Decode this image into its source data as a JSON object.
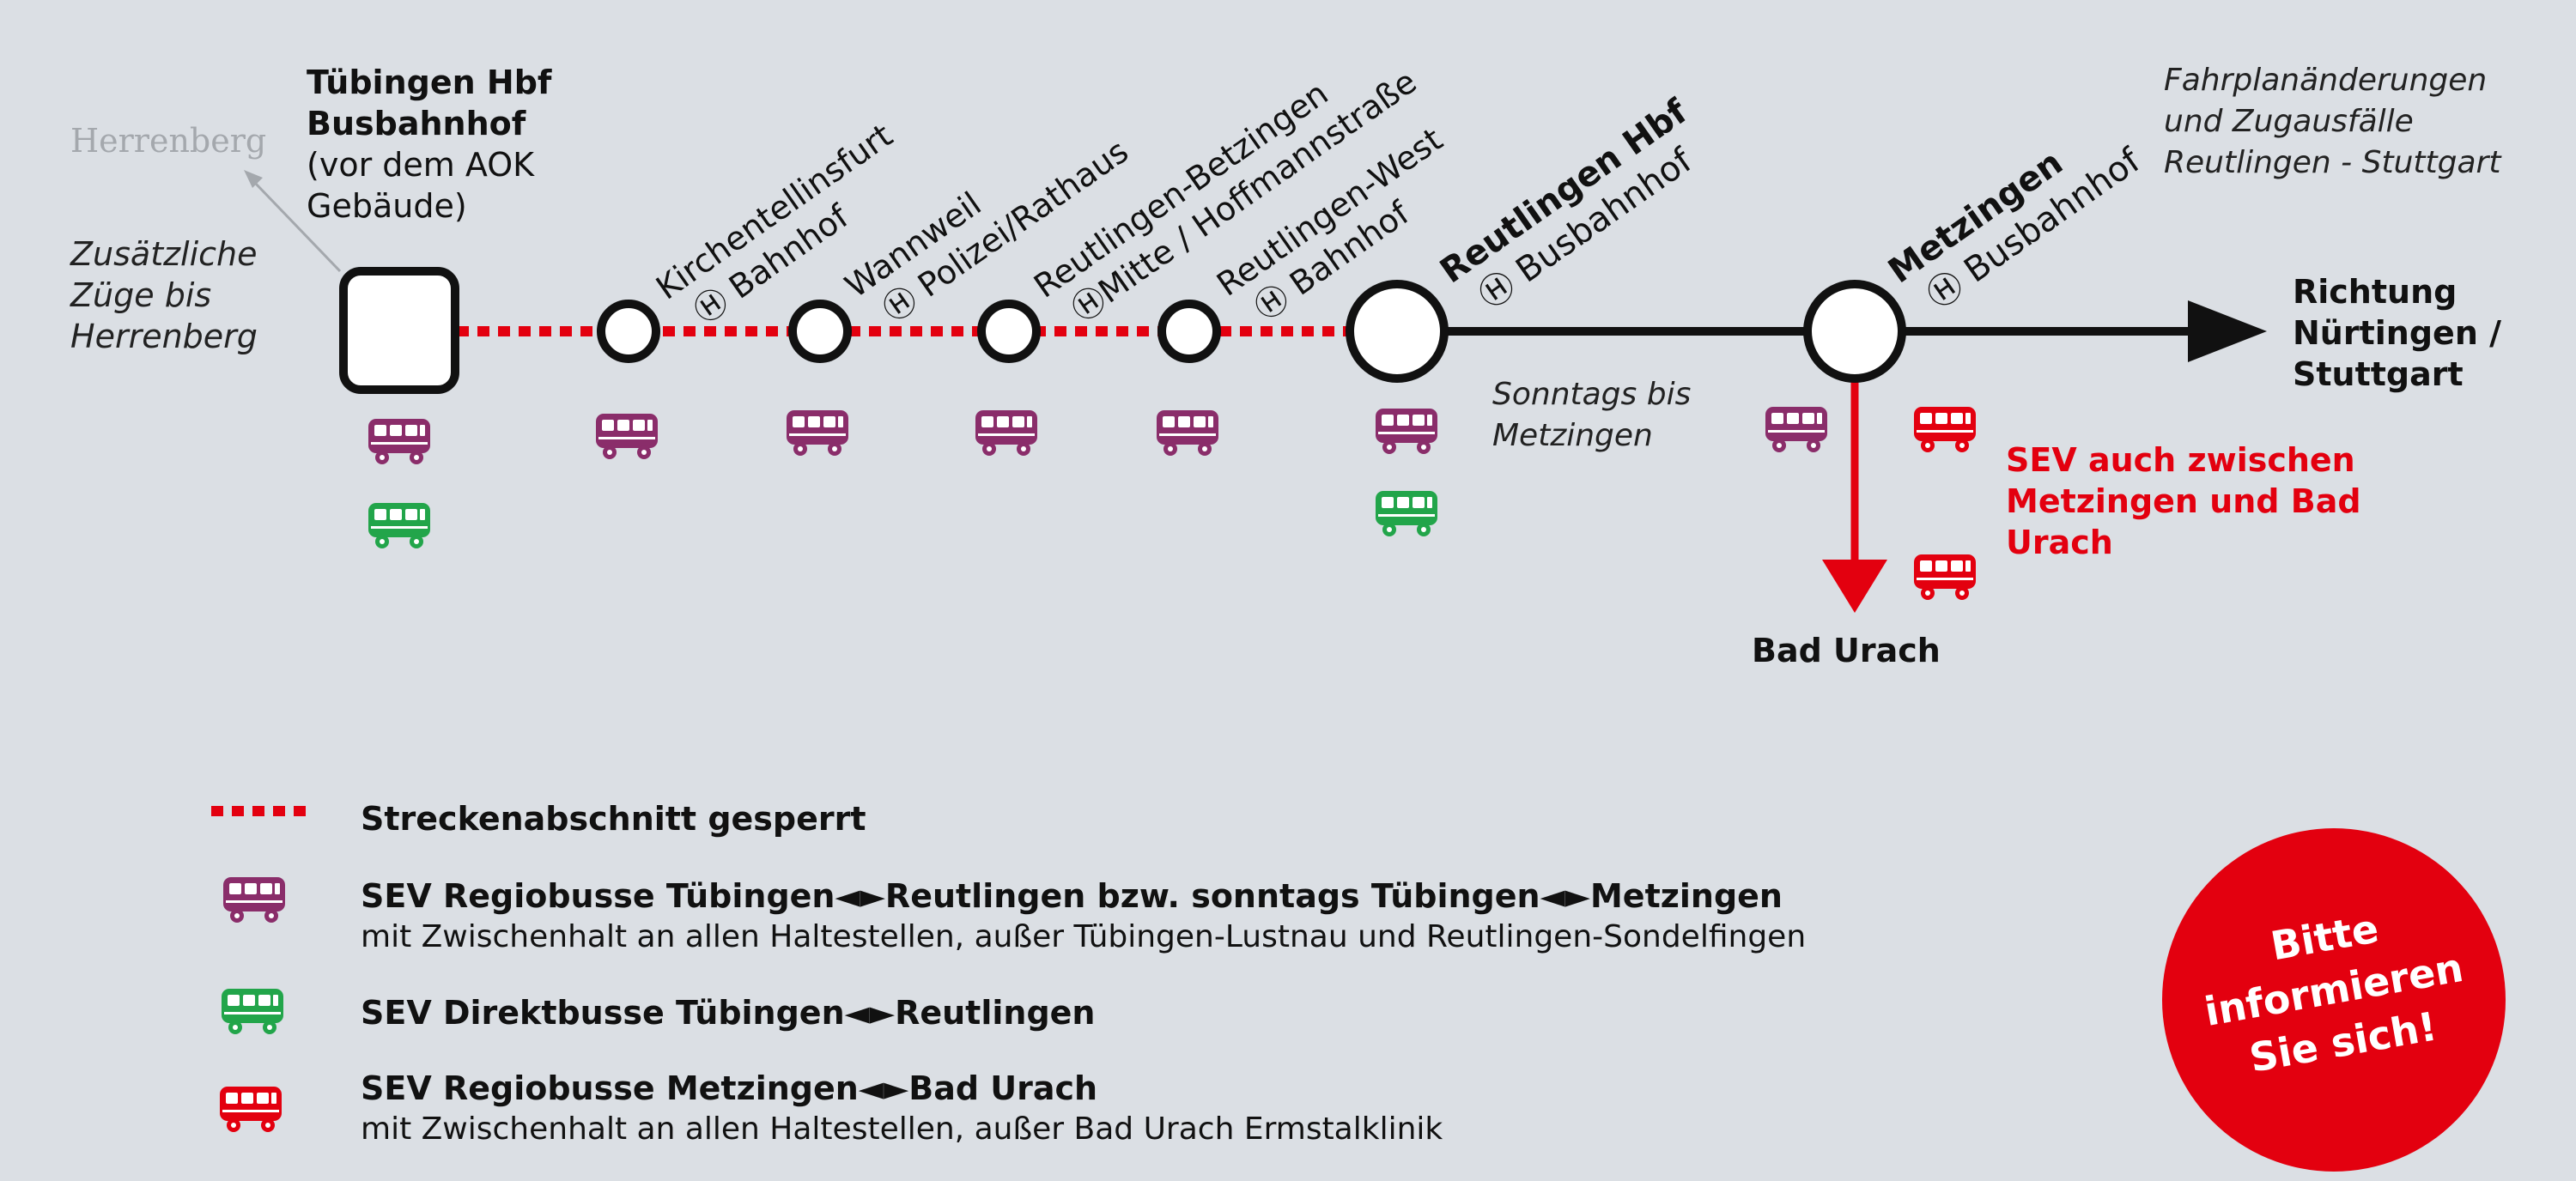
{
  "branch_west": "Herrenberg",
  "note_herrenberg": [
    "Zusätzliche",
    "Züge bis",
    "Herrenberg"
  ],
  "tuebingen": [
    "Tübingen Hbf",
    "Busbahnhof",
    "(vor dem AOK",
    "Gebäude)"
  ],
  "stations": [
    {
      "name": "Kirchentellinsfurt",
      "sub": "Ⓗ Bahnhof"
    },
    {
      "name": "Wannweil",
      "sub": "Ⓗ Polizei/Rathaus"
    },
    {
      "name": "Reutlingen-Betzingen",
      "sub": "ⒽMitte / Hoffmannstraße"
    },
    {
      "name": "Reutlingen-West",
      "sub": "Ⓗ Bahnhof"
    },
    {
      "name": "Reutlingen Hbf",
      "sub": "Ⓗ Busbahnhof"
    },
    {
      "name": "Metzingen",
      "sub": "Ⓗ Busbahnhof"
    }
  ],
  "note_sunday": [
    "Sonntags bis",
    "Metzingen"
  ],
  "direction": [
    "Richtung",
    "Nürtingen /",
    "Stuttgart"
  ],
  "bad_urach": "Bad Urach",
  "sev_bad_urach": [
    "SEV auch zwischen",
    "Metzingen und Bad",
    "Urach"
  ],
  "schedule_note": [
    "Fahrplanänderungen",
    "und Zugausfälle",
    "Reutlingen - Stuttgart"
  ],
  "legend": [
    {
      "title": "Streckenabschnitt gesperrt",
      "sub": ""
    },
    {
      "title": "SEV Regiobusse Tübingen◄►Reutlingen bzw. sonntags Tübingen◄►Metzingen",
      "sub": "mit Zwischenhalt an allen Haltestellen, außer Tübingen-Lustnau und Reutlingen-Sondelfingen"
    },
    {
      "title": "SEV Direktbusse Tübingen◄►Reutlingen",
      "sub": ""
    },
    {
      "title": "SEV Regiobusse Metzingen◄►Bad Urach",
      "sub": "mit Zwischenhalt an allen Haltestellen, außer Bad Urach Ermstalklinik"
    }
  ],
  "badge": [
    "Bitte",
    "informieren",
    "Sie sich!"
  ],
  "colors": {
    "background": "#dbdfe4",
    "closed_line": "#e3000f",
    "regio_bus": "#8a2d6a",
    "direct_bus": "#22a54a",
    "urach_bus": "#e3000f",
    "badge": "#e3000f",
    "herrenberg": "#a4a8ad"
  }
}
